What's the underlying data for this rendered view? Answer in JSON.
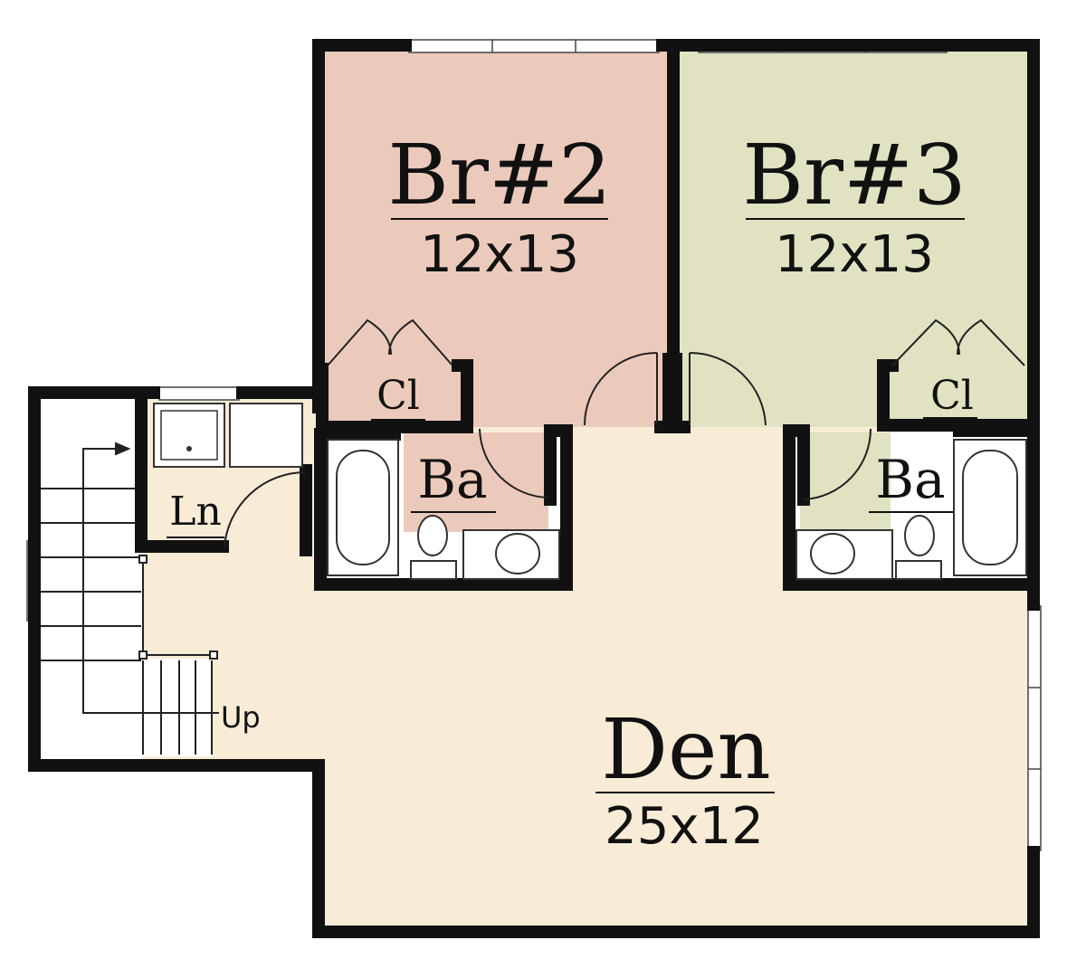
{
  "rooms": {
    "bedroom2": {
      "name": "Br#2",
      "size": "12x13",
      "color": "#eccabb"
    },
    "bedroom3": {
      "name": "Br#3",
      "size": "12x13",
      "color": "#e1e2c2"
    },
    "den": {
      "name": "Den",
      "size": "25x12",
      "color": "#f8ecd7"
    },
    "bath_left": {
      "name": "Ba"
    },
    "bath_right": {
      "name": "Ba"
    },
    "closet_left": {
      "name": "Cl"
    },
    "closet_right": {
      "name": "Cl"
    },
    "linen": {
      "name": "Ln"
    }
  },
  "stairs": {
    "label": "Up"
  },
  "colors": {
    "wall": "#111111",
    "bath": "#ffffff"
  }
}
